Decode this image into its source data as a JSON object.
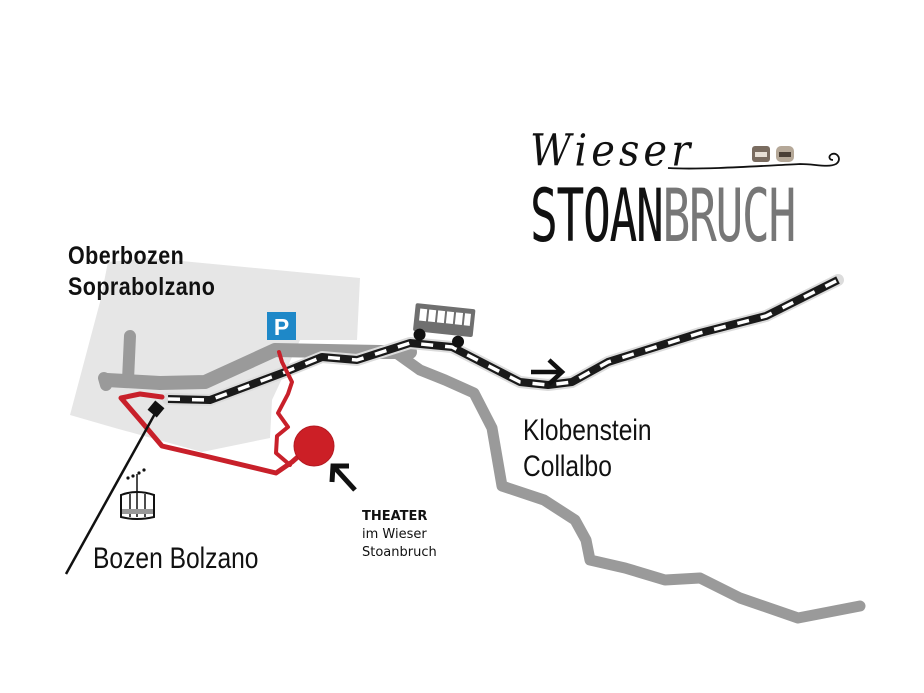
{
  "map": {
    "title": "Wieser Stoanbruch location map",
    "colors": {
      "background": "#ffffff",
      "town_area": "#e6e6e6",
      "road": "#9a9a9a",
      "railway": "#1a1a1a",
      "path": "#c8202a",
      "destination": "#cc1f26",
      "parking": "#1e88c8",
      "text": "#111111"
    }
  },
  "logo": {
    "line1": "Wieser",
    "line2_dark": "STOAN",
    "line2_light": "BRUCH"
  },
  "labels": {
    "oberbozen_line1": "Oberbozen",
    "oberbozen_line2": "Soprabolzano",
    "klobenstein_line1": "Klobenstein",
    "klobenstein_line2": "Collalbo",
    "bozen": "Bozen Bolzano",
    "theater_title": "THEATER",
    "theater_line2": "im Wieser",
    "theater_line3": "Stoanbruch",
    "parking": "P"
  },
  "icons": {
    "parking": "parking-sign-icon",
    "train": "rittner-tram-icon",
    "cable_car": "cable-car-gondola-icon",
    "direction_arrow": "arrow-right-icon",
    "theater_pointer": "arrow-up-left-icon",
    "destination": "red-dot-marker-icon"
  }
}
